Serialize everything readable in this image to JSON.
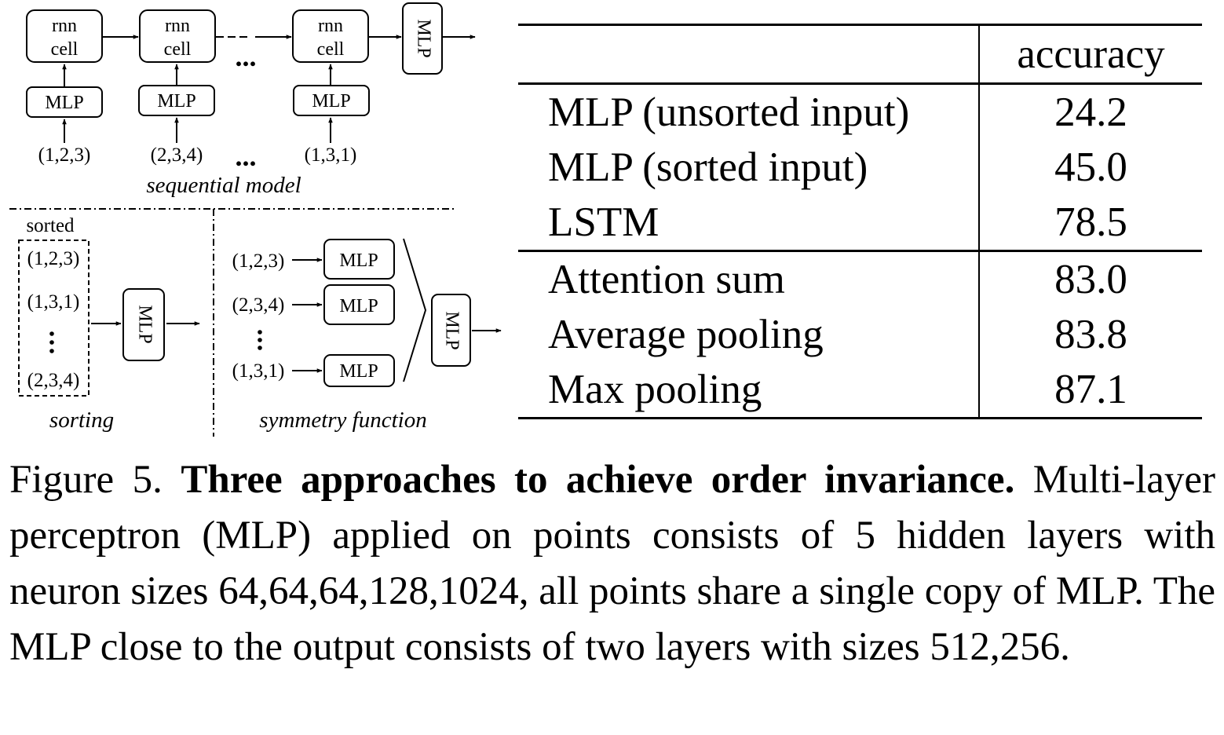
{
  "diagram": {
    "sequential": {
      "cell_top": "rnn",
      "cell_bottom": "cell",
      "mlp": "MLP",
      "out_mlp": "MLP",
      "inputs": [
        "(1,2,3)",
        "(2,3,4)",
        "(1,3,1)"
      ],
      "ellipsis": "...",
      "label": "sequential model"
    },
    "sorting": {
      "header": "sorted",
      "items": [
        "(1,2,3)",
        "(1,3,1)",
        "(2,3,4)"
      ],
      "mlp": "MLP",
      "label": "sorting"
    },
    "symmetry": {
      "inputs": [
        "(1,2,3)",
        "(2,3,4)",
        "(1,3,1)"
      ],
      "mlp": "MLP",
      "out_mlp": "MLP",
      "label": "symmetry function"
    }
  },
  "table": {
    "header": [
      "",
      "accuracy"
    ],
    "group1": [
      {
        "method": "MLP (unsorted input)",
        "accuracy": "24.2"
      },
      {
        "method": "MLP (sorted input)",
        "accuracy": "45.0"
      },
      {
        "method": "LSTM",
        "accuracy": "78.5"
      }
    ],
    "group2": [
      {
        "method": "Attention sum",
        "accuracy": "83.0"
      },
      {
        "method": "Average pooling",
        "accuracy": "83.8"
      },
      {
        "method": "Max pooling",
        "accuracy": "87.1"
      }
    ]
  },
  "caption": {
    "label": "Figure 5.",
    "title": "Three approaches to achieve order invariance.",
    "body": "Multi-layer perceptron (MLP) applied on points consists of 5 hidden layers with neuron sizes 64,64,64,128,1024, all points share a single copy of MLP. The MLP close to the output consists of two layers with sizes 512,256."
  }
}
